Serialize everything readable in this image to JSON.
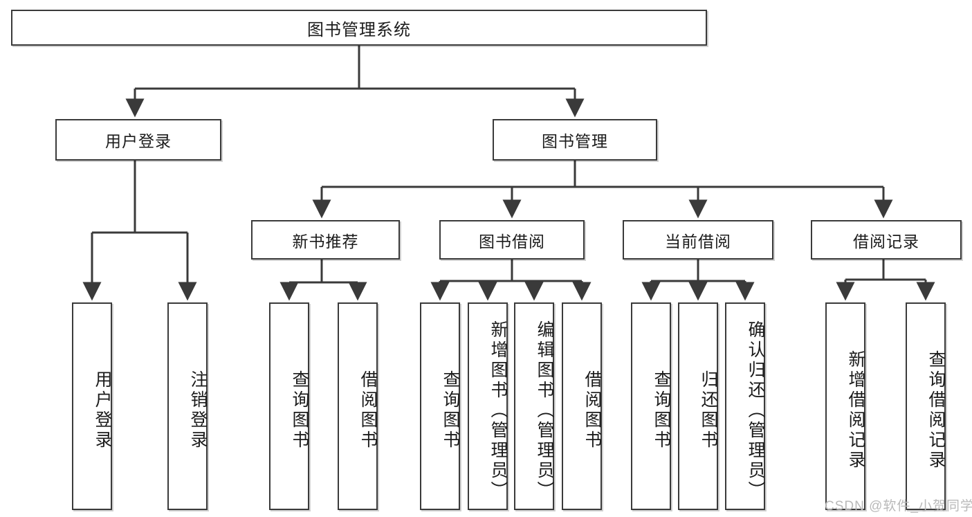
{
  "diagram": {
    "title": "图书管理系统",
    "watermark": "CSDN @软件_小贺同学",
    "level1": [
      {
        "label": "用户登录"
      },
      {
        "label": "图书管理"
      }
    ],
    "level2": [
      {
        "label": "新书推荐"
      },
      {
        "label": "图书借阅"
      },
      {
        "label": "当前借阅"
      },
      {
        "label": "借阅记录"
      }
    ],
    "leaves": {
      "user_login": [
        {
          "label": "用户登录"
        },
        {
          "label": "注销登录"
        }
      ],
      "new_book_recommend": [
        {
          "label": "查询图书"
        },
        {
          "label": "借阅图书"
        }
      ],
      "book_borrow": [
        {
          "label": "查询图书"
        },
        {
          "label": "新增图书（管理员）"
        },
        {
          "label": "编辑图书（管理员）"
        },
        {
          "label": "借阅图书"
        }
      ],
      "current_borrow": [
        {
          "label": "查询图书"
        },
        {
          "label": "归还图书"
        },
        {
          "label": "确认归还（管理员）"
        }
      ],
      "borrow_record": [
        {
          "label": "新增借阅记录"
        },
        {
          "label": "查询借阅记录"
        }
      ]
    },
    "colors": {
      "stroke": "#3a3a3a",
      "background": "#ffffff",
      "text": "#1b1b1b",
      "watermark": "#b9b9b9"
    }
  },
  "chart_data": {
    "type": "table",
    "title": "图书管理系统 功能结构图",
    "root": "图书管理系统",
    "hierarchy": [
      {
        "node": "用户登录",
        "children": [
          {
            "node": "用户登录",
            "children": []
          },
          {
            "node": "注销登录",
            "children": []
          }
        ]
      },
      {
        "node": "图书管理",
        "children": [
          {
            "node": "新书推荐",
            "children": [
              {
                "node": "查询图书",
                "children": []
              },
              {
                "node": "借阅图书",
                "children": []
              }
            ]
          },
          {
            "node": "图书借阅",
            "children": [
              {
                "node": "查询图书",
                "children": []
              },
              {
                "node": "新增图书（管理员）",
                "children": []
              },
              {
                "node": "编辑图书（管理员）",
                "children": []
              },
              {
                "node": "借阅图书",
                "children": []
              }
            ]
          },
          {
            "node": "当前借阅",
            "children": [
              {
                "node": "查询图书",
                "children": []
              },
              {
                "node": "归还图书",
                "children": []
              },
              {
                "node": "确认归还（管理员）",
                "children": []
              }
            ]
          },
          {
            "node": "借阅记录",
            "children": [
              {
                "node": "新增借阅记录",
                "children": []
              },
              {
                "node": "查询借阅记录",
                "children": []
              }
            ]
          }
        ]
      }
    ]
  }
}
